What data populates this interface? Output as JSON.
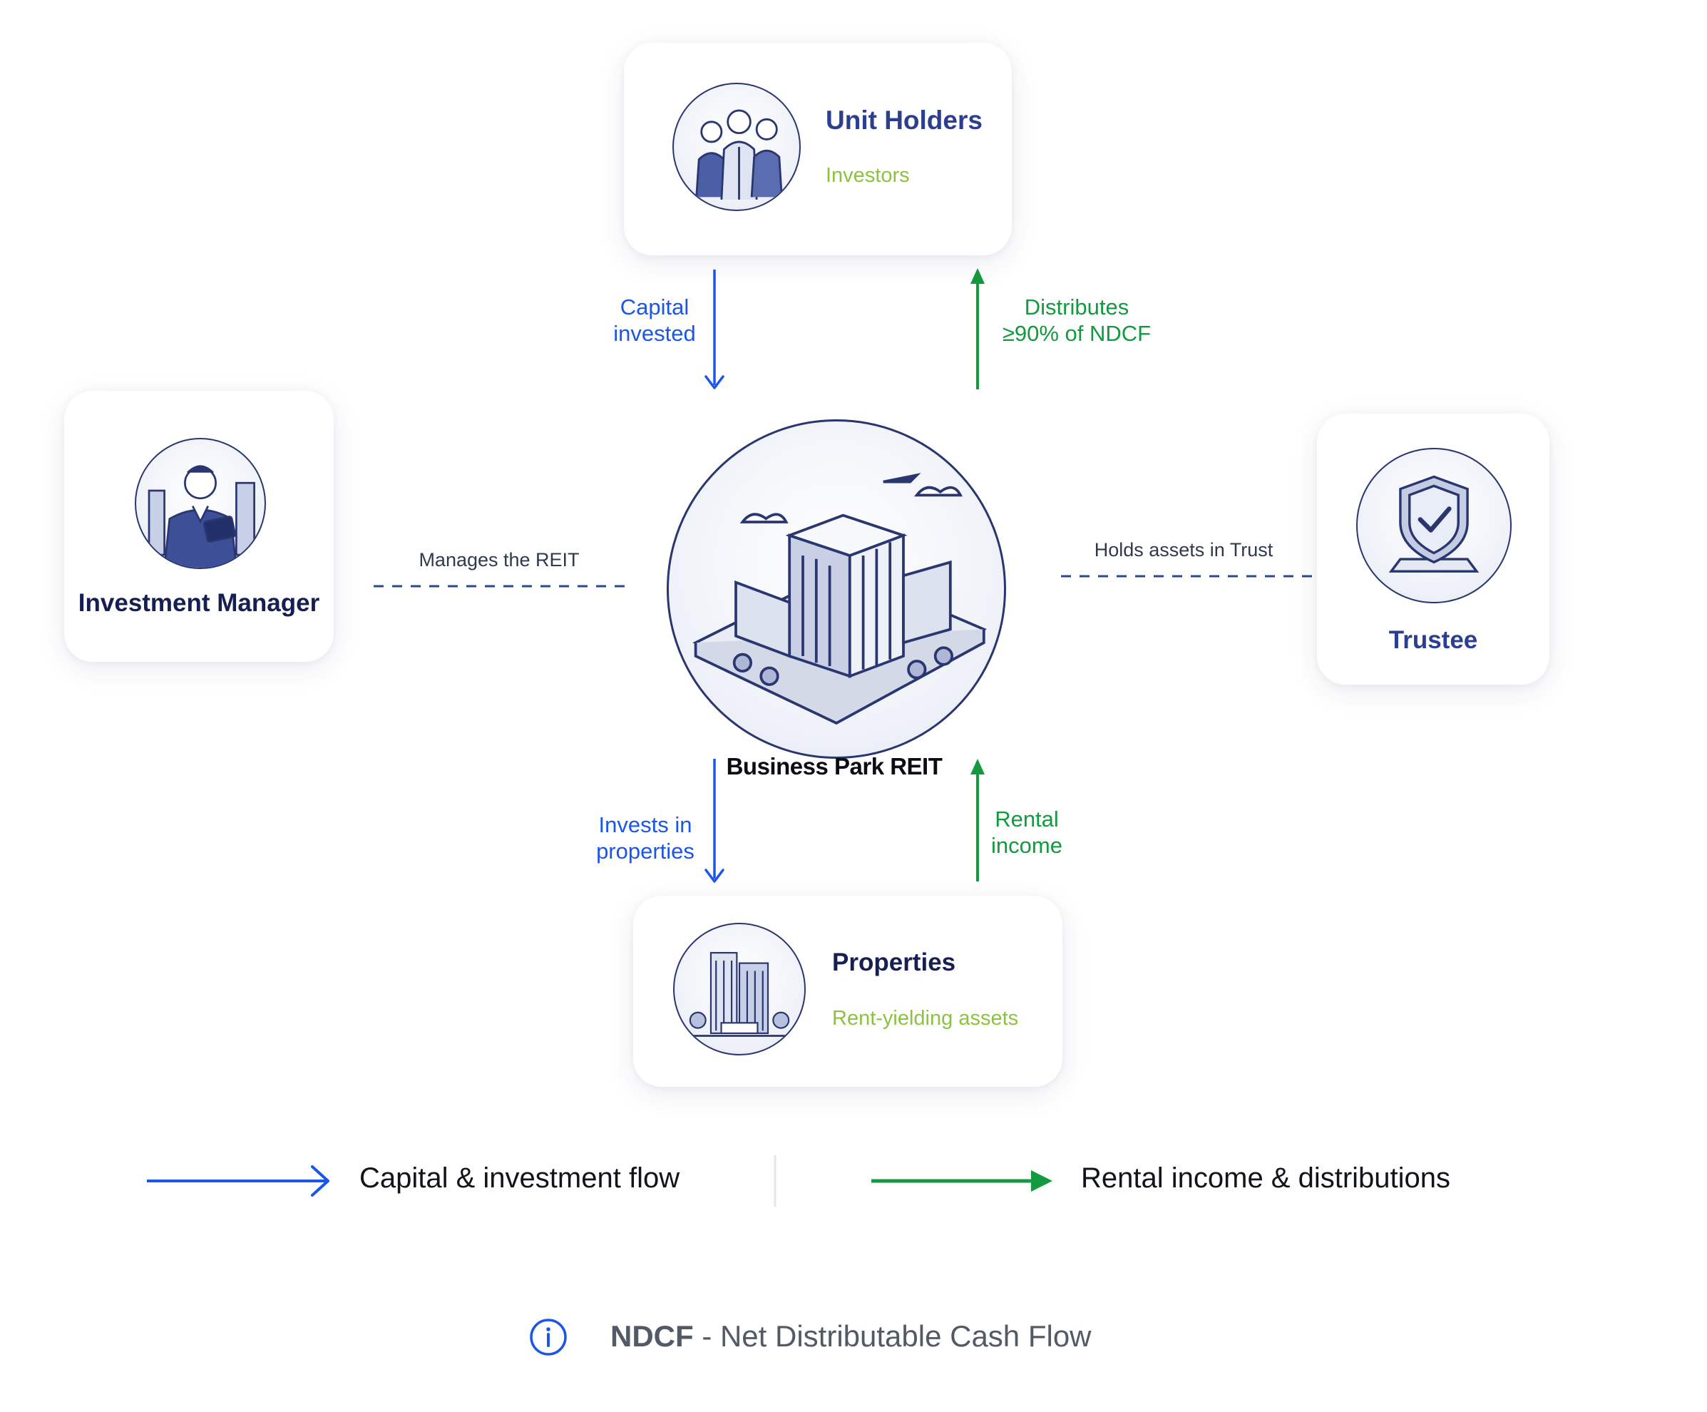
{
  "unit_holders": {
    "title": "Unit Holders",
    "subtitle": "Investors"
  },
  "investment_manager": {
    "title": "Investment Manager"
  },
  "trustee": {
    "title": "Trustee"
  },
  "reit": {
    "title": "Business Park REIT"
  },
  "properties": {
    "title": "Properties",
    "subtitle": "Rent-yielding assets"
  },
  "flows": {
    "capital_invested": [
      "Capital",
      "invested"
    ],
    "distributes": [
      "Distributes",
      "≥90% of NDCF"
    ],
    "invests_in_properties": [
      "Invests in",
      "properties"
    ],
    "rental_income": [
      "Rental",
      "income"
    ],
    "manages": "Manages the REIT",
    "holds_assets": "Holds assets in Trust"
  },
  "legend": {
    "capital_flow": "Capital & investment flow",
    "rental_flow": "Rental income & distributions"
  },
  "footnote": {
    "abbr": "NDCF",
    "definition": " - Net Distributable Cash Flow"
  },
  "colors": {
    "capital_blue": "#1c56e6",
    "rental_green": "#149a3e",
    "title_navy": "#161f52",
    "title_blue": "#2b3e8f",
    "subtitle_green": "#8cc23f",
    "dashed_line": "#2b4a8c"
  },
  "icons": {
    "unit_holders": "people-group-illustration",
    "investment_manager": "businessman-tablet-illustration",
    "trustee": "shield-check-illustration",
    "reit": "office-park-building-illustration",
    "properties": "office-towers-illustration",
    "footnote": "info-icon"
  }
}
